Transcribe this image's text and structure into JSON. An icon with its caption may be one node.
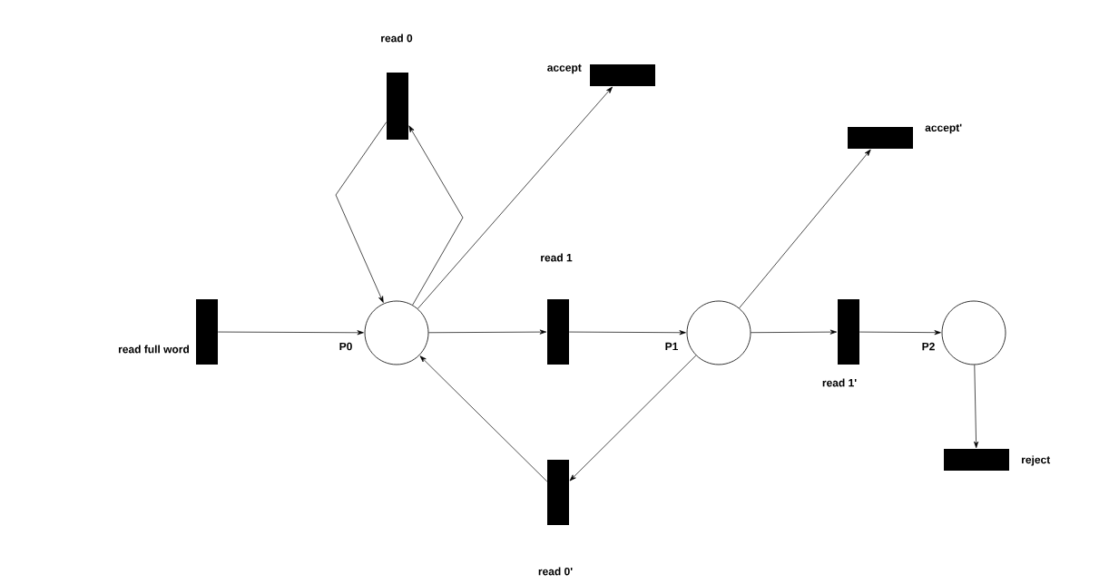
{
  "diagram": {
    "nodes": [
      {
        "text": [],
        "shape": "bar",
        "beside": [
          "read full word"
        ]
      },
      {
        "text": [],
        "shape": "circle",
        "beside": [
          "P0"
        ]
      },
      {
        "text": [],
        "shape": "bar",
        "beside": [
          "read 0"
        ]
      },
      {
        "text": [],
        "shape": "bar",
        "beside": [
          "accept"
        ]
      },
      {
        "text": [],
        "shape": "bar",
        "beside": [
          "read 1"
        ]
      },
      {
        "text": [],
        "shape": "circle",
        "beside": [
          "P1"
        ]
      },
      {
        "text": [],
        "shape": "bar",
        "beside": [
          "accept'"
        ]
      },
      {
        "text": [],
        "shape": "bar",
        "beside": [
          "read 1'"
        ]
      },
      {
        "text": [],
        "shape": "circle",
        "beside": [
          "P2"
        ]
      },
      {
        "text": [],
        "shape": "bar",
        "beside": [
          "reject"
        ]
      },
      {
        "text": [],
        "shape": "bar",
        "beside": [
          "read 0'"
        ]
      }
    ],
    "edges": [
      {
        "from": 0,
        "to": 1,
        "arrow": "to"
      },
      {
        "from": 2,
        "to": 1,
        "arrow": "to"
      },
      {
        "from": 1,
        "to": 2,
        "arrow": "to"
      },
      {
        "from": 1,
        "to": 3,
        "arrow": "to"
      },
      {
        "from": 1,
        "to": 4,
        "arrow": "to"
      },
      {
        "from": 4,
        "to": 5,
        "arrow": "to"
      },
      {
        "from": 5,
        "to": 6,
        "arrow": "to"
      },
      {
        "from": 5,
        "to": 7,
        "arrow": "to"
      },
      {
        "from": 7,
        "to": 8,
        "arrow": "to"
      },
      {
        "from": 8,
        "to": 9,
        "arrow": "to"
      },
      {
        "from": 5,
        "to": 10,
        "arrow": "to"
      },
      {
        "from": 10,
        "to": 1,
        "arrow": "to"
      }
    ]
  }
}
